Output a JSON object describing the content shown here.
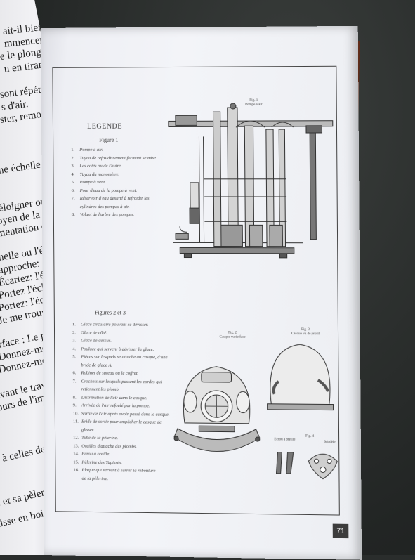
{
  "left_page": {
    "fragments": [
      "ait-il bien ?",
      "mmencer",
      "e le plongeur",
      "u en tirant sur",
      "sont répété",
      "s d'air.",
      "ster, remonter",
      "ne échelle de",
      "éloigner ou de",
      "oyen de la corde",
      "mentation d'air.",
      "helle ou l'échelle",
      "approche: l'échelle",
      "Écartez: l'échelle",
      "Portez l'échelle",
      "Portez: l'échelle",
      "Je me trouve mal",
      "rface : Le plongeur",
      "Donnez-moi plus",
      "Donnez-moi",
      "ivant le travail",
      "ours de l'immersion",
      "s à celles de l'",
      "e et sa pèlerine",
      "aisse en bois"
    ]
  },
  "right_page": {
    "legend_title": "LEGENDE",
    "figure1_label": "Figure 1",
    "figure1_items": [
      {
        "num": "1.",
        "text": "Pompe à air."
      },
      {
        "num": "2.",
        "text": "Tuyau de refroidissement formant se mise"
      },
      {
        "num": "3.",
        "text": "Les cotés ou de l'autre."
      },
      {
        "num": "4.",
        "text": "Tuyau du manomètre."
      },
      {
        "num": "5.",
        "text": "Pompe à vent."
      },
      {
        "num": "6.",
        "text": "Pour d'eau de la pompe à vent."
      },
      {
        "num": "7.",
        "text": "Réservoir d'eau destiné à refroidir les"
      },
      {
        "num": "",
        "text": "cylindres des pompes à air."
      },
      {
        "num": "8.",
        "text": "Volant de l'arbre des pompes."
      }
    ],
    "figure23_label": "Figures 2 et 3",
    "figure23_items": [
      {
        "num": "1.",
        "text": "Glace circulaire pouvant se dévisser."
      },
      {
        "num": "2.",
        "text": "Glace de côté."
      },
      {
        "num": "3.",
        "text": "Glace de dessus."
      },
      {
        "num": "4.",
        "text": "Poulace qui servent à dévisser la glace."
      },
      {
        "num": "5.",
        "text": "Pièces sur lesquels se attache au casque, d'une"
      },
      {
        "num": "",
        "text": "bride de glace A."
      },
      {
        "num": "6.",
        "text": "Robinet de sureau ou le coffret."
      },
      {
        "num": "7.",
        "text": "Crochets sur lesquels passent les cordes qui"
      },
      {
        "num": "",
        "text": "retiennent les plomb."
      },
      {
        "num": "8.",
        "text": "Distribution de l'air dans le casque."
      },
      {
        "num": "9.",
        "text": "Arrivée de l'air refoulé par la pompe."
      },
      {
        "num": "10.",
        "text": "Sortie de l'air après avoir passé dans le casque."
      },
      {
        "num": "11.",
        "text": "Bride de sortie pour empêcher le casque de"
      },
      {
        "num": "",
        "text": "glisser."
      },
      {
        "num": "12.",
        "text": "Tube de la pèlerine."
      },
      {
        "num": "13.",
        "text": "Oreilles d'attache des plombs."
      },
      {
        "num": "14.",
        "text": "Ecrou à oreille."
      },
      {
        "num": "15.",
        "text": "Pèlerine des Tapissés."
      },
      {
        "num": "16.",
        "text": "Plaque qui servent à serrer la rebouture"
      },
      {
        "num": "",
        "text": "de la pèlerine."
      }
    ],
    "fig1_caption": "Fig. 1\nPompe à air",
    "fig2_caption": "Fig. 2\nCasque vu de face",
    "fig3_caption": "Fig. 3\nCasque vu de profil",
    "fig4_caption": "Ecrou à oreille",
    "fig5_caption": "Fig. 4",
    "fig6_caption": "Modèle",
    "page_number": "71"
  }
}
